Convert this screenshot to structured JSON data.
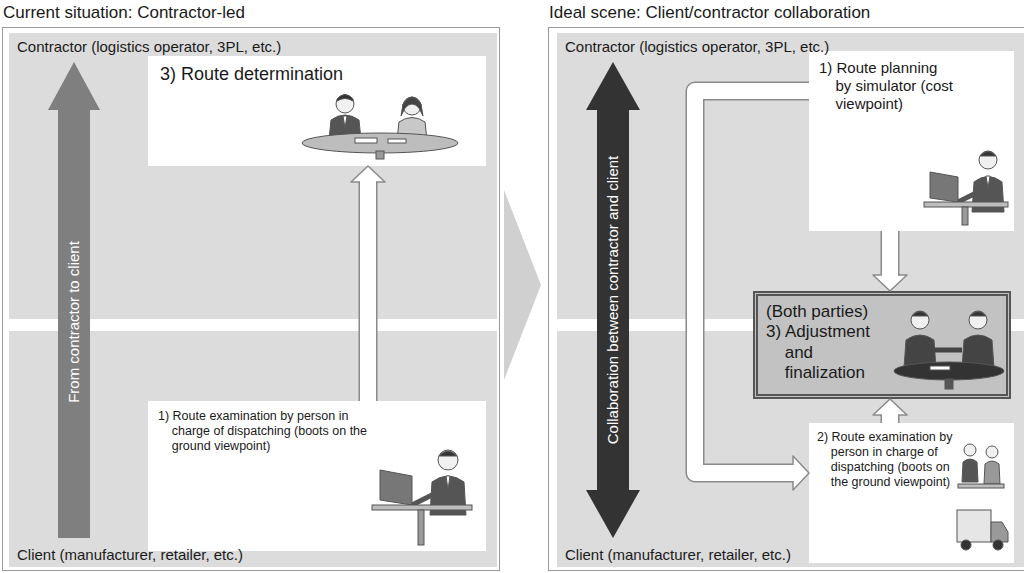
{
  "diagram": {
    "nodes": [
      {
        "text": [
          "Current situation: Contractor-led"
        ]
      },
      {
        "text": [
          "Contractor (logistics operator, 3PL, etc.)"
        ],
        "in": 0
      },
      {
        "text": [
          "Client (manufacturer, retailer, etc.)"
        ],
        "in": 0
      },
      {
        "text": [
          "3) Route determination"
        ],
        "in": 1
      },
      {
        "text": [
          "1) Route examination by person in charge of dispatching (boots on the ground viewpoint)"
        ],
        "in": 2
      },
      {
        "text": [
          "Ideal scene: Client/contractor collaboration"
        ]
      },
      {
        "text": [
          "Contractor (logistics operator, 3PL, etc.)"
        ],
        "in": 5
      },
      {
        "text": [
          "Client (manufacturer, retailer, etc.)"
        ],
        "in": 5
      },
      {
        "text": [
          "1) Route planning by simulator (cost viewpoint)"
        ],
        "in": 6
      },
      {
        "text": [
          "(Both parties)",
          "3) Adjustment and finalization"
        ],
        "in": 5
      },
      {
        "text": [
          "2) Route examination by person in charge of dispatching (boots on the ground viewpoint)"
        ],
        "in": 7
      }
    ],
    "edges": [
      {
        "from": 4,
        "to": 3,
        "arrow": "to"
      },
      {
        "from": 8,
        "to": 9,
        "arrow": "to"
      },
      {
        "from": 10,
        "to": 9,
        "arrow": "to"
      },
      {
        "from": 8,
        "to": 10,
        "arrow": "to"
      }
    ],
    "labels": [
      "From contractor to client",
      "Collaboration between contractor and client"
    ]
  }
}
